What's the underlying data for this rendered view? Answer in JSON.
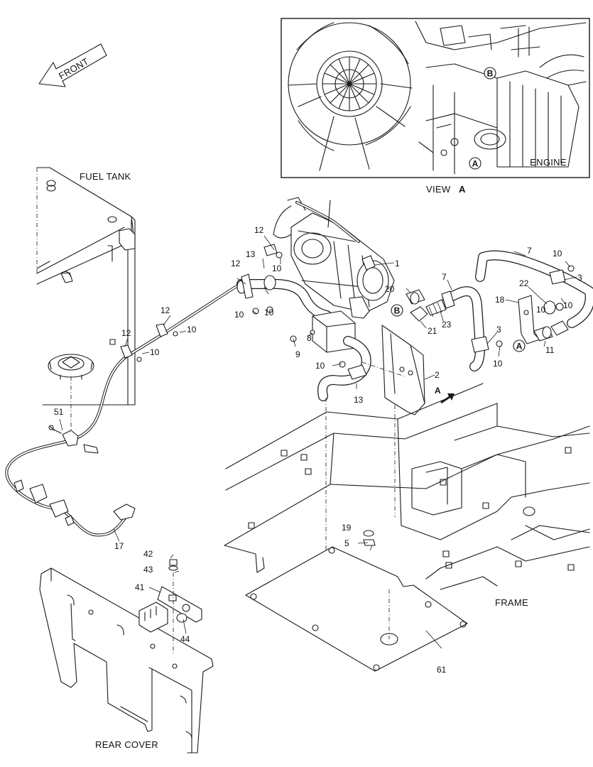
{
  "labels": {
    "fuel_tank": "FUEL TANK",
    "engine": "ENGINE",
    "view": "VIEW",
    "view_letter": "A",
    "frame": "FRAME",
    "rear_cover": "REAR COVER",
    "front": "FRONT",
    "arrow_a": "A",
    "callout_a": "A",
    "callout_b": "B"
  },
  "parts": {
    "p1": "1",
    "p2": "2",
    "p3a": "3",
    "p3b": "3",
    "p5": "5",
    "p7a": "7",
    "p7b": "7",
    "p8": "8",
    "p9": "9",
    "p10a": "10",
    "p10b": "10",
    "p10c": "10",
    "p10d": "10",
    "p10e": "10",
    "p10f": "10",
    "p10g": "10",
    "p10h": "10",
    "p10i": "10",
    "p10j": "10",
    "p10k": "10",
    "p11": "11",
    "p12a": "12",
    "p12b": "12",
    "p12c": "12",
    "p12d": "12",
    "p13a": "13",
    "p13b": "13",
    "p17": "17",
    "p18": "18",
    "p19": "19",
    "p20": "20",
    "p21": "21",
    "p22": "22",
    "p23": "23",
    "p41": "41",
    "p42": "42",
    "p43": "43",
    "p44": "44",
    "p51": "51",
    "p61": "61"
  }
}
